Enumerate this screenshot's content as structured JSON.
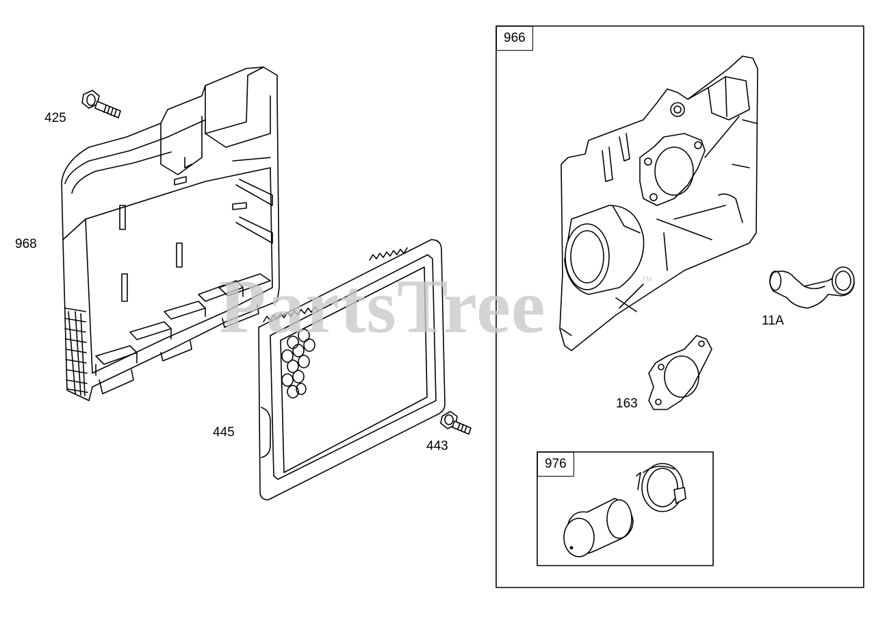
{
  "watermark": {
    "text": "PartsTree",
    "trademark": "TM"
  },
  "labels": {
    "p425": "425",
    "p968": "968",
    "p445": "445",
    "p443": "443",
    "p11a": "11A",
    "p163": "163"
  },
  "boxes": {
    "kit_966": "966",
    "kit_976": "976"
  }
}
